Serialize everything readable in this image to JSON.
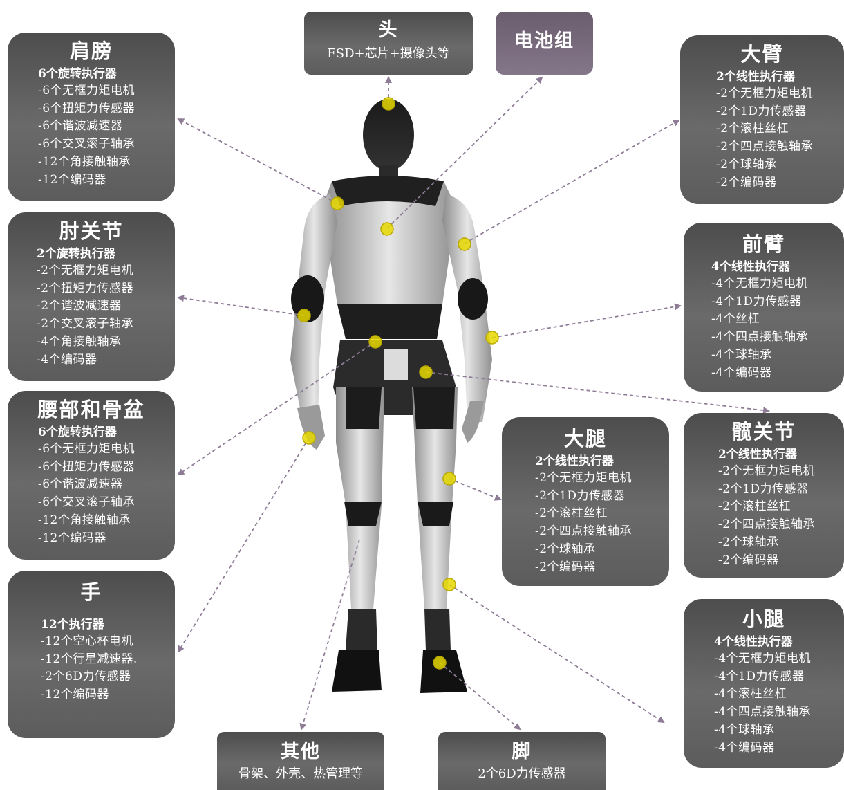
{
  "head": {
    "title": "头",
    "desc": "FSD+芯片+摄像头等"
  },
  "battery": {
    "title": "电池组"
  },
  "shoulder": {
    "title": "肩膀",
    "sub": "6个旋转执行器",
    "items": [
      "-6个无框力矩电机",
      "-6个扭矩力传感器",
      "-6个谐波减速器",
      "-6个交叉滚子轴承",
      "-12个角接触轴承",
      "-12个编码器"
    ]
  },
  "elbow": {
    "title": "肘关节",
    "sub": "2个旋转执行器",
    "items": [
      "-2个无框力矩电机",
      "-2个扭矩力传感器",
      "-2个谐波减速器",
      "-2个交叉滚子轴承",
      "-4个角接触轴承",
      "-4个编码器"
    ]
  },
  "waist": {
    "title": "腰部和骨盆",
    "sub": "6个旋转执行器",
    "items": [
      "-6个无框力矩电机",
      "-6个扭矩力传感器",
      "-6个谐波减速器",
      "-6个交叉滚子轴承",
      "-12个角接触轴承",
      "-12个编码器"
    ]
  },
  "hand": {
    "title": "手",
    "sub": "12个执行器",
    "items": [
      "-12个空心杯电机",
      "-12个行星减速器.",
      "-2个6D力传感器",
      "-12个编码器"
    ]
  },
  "upperarm": {
    "title": "大臂",
    "sub": "2个线性执行器",
    "items": [
      "-2个无框力矩电机",
      "-2个1D力传感器",
      "-2个滚柱丝杠",
      "-2个四点接触轴承",
      "-2个球轴承",
      "-2个编码器"
    ]
  },
  "forearm": {
    "title": "前臂",
    "sub": "4个线性执行器",
    "items": [
      "-4个无框力矩电机",
      "-4个1D力传感器",
      "-4个丝杠",
      "-4个四点接触轴承",
      "-4个球轴承",
      "-4个编码器"
    ]
  },
  "thigh": {
    "title": "大腿",
    "sub": "2个线性执行器",
    "items": [
      "-2个无框力矩电机",
      "-2个1D力传感器",
      "-2个滚柱丝杠",
      "-2个四点接触轴承",
      "-2个球轴承",
      "-2个编码器"
    ]
  },
  "hip": {
    "title": "髋关节",
    "sub": "2个线性执行器",
    "items": [
      "-2个无框力矩电机",
      "-2个1D力传感器",
      "-2个滚柱丝杠",
      "-2个四点接触轴承",
      "-2个球轴承",
      "-2个编码器"
    ]
  },
  "calf": {
    "title": "小腿",
    "sub": "4个线性执行器",
    "items": [
      "-4个无框力矩电机",
      "-4个1D力传感器",
      "-4个滚柱丝杠",
      "-4个四点接触轴承",
      "-4个球轴承",
      "-4个编码器"
    ]
  },
  "other": {
    "title": "其他",
    "desc": "骨架、外壳、热管理等"
  },
  "foot": {
    "title": "脚",
    "desc": "2个6D力传感器"
  },
  "colors": {
    "card": "#5a5a5a",
    "battery": "#7a6c7e",
    "marker": "#e8d800",
    "connector": "#8e7c96"
  }
}
